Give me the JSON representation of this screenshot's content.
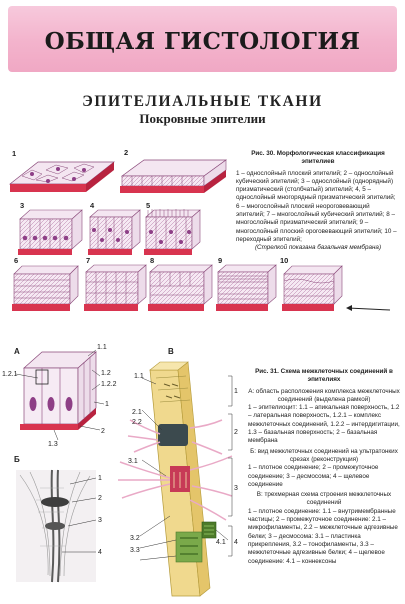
{
  "header": {
    "title": "ОБЩАЯ ГИСТОЛОГИЯ"
  },
  "section": {
    "title": "ЭПИТЕЛИАЛЬНЫЕ ТКАНИ",
    "subtitle": "Покровные эпителии"
  },
  "fig30": {
    "title": "Рис. 30. Морфологическая классификация эпителиев",
    "body": "1 – однослойный плоский эпителий; 2 – однослойный кубический эпителий; 3 – однослойный (однорядный) призматический (столбчатый) эпителий; 4, 5 – однослойный многорядный призматический эпителий; 6 – многослойный плоский неороговевающий эпителий; 7 – многослойный кубический эпителий; 8 – многослойный призматический эпителий; 9 – многослойный плоский ороговевающий эпителий; 10 – переходный эпителий;",
    "note": "(Стрелкой показана базальная мембрана)",
    "panels": [
      "1",
      "2",
      "3",
      "4",
      "5",
      "6",
      "7",
      "8",
      "9",
      "10"
    ]
  },
  "fig31": {
    "title": "Рис. 31. Схема межклеточных соединений в эпителиях",
    "a_head": "А: область расположения комплекса межклеточных соединений (выделена рамкой)",
    "a_body": "1 – эпителиоцит: 1.1 – апикальная поверхность, 1.2 – латеральная поверхность, 1.2.1 – комплекс межклеточных соединений, 1.2.2 – интердигитации, 1.3 – базальная поверхность; 2 – базальная мембрана",
    "b_head": "Б: вид межклеточных соединений на ультратонких срезах (реконструкция)",
    "b_body": "1 – плотное соединение; 2 – промежуточное соединение; 3 – десмосома; 4 – щелевое соединение",
    "c_head": "В: трехмерная схема строения межклеточных соединений",
    "c_body": "1 – плотное соединение: 1.1 – внутримембранные частицы; 2 – промежуточное соединение: 2.1 – микрофиламенты, 2.2 – межклеточные адгезивные белки; 3 – десмосома: 3.1 – пластинка прикрепления, 3.2 – тонофиламенты, 3.3 – межклеточные адгезивные белки; 4 – щелевое соединение: 4.1 – коннексоны",
    "letters": [
      "А",
      "Б",
      "В"
    ],
    "labels_a": [
      "1.1",
      "1.2.1",
      "1.2.2",
      "1.2",
      "1",
      "2",
      "1.3"
    ],
    "labels_b": [
      "1",
      "2",
      "3",
      "4"
    ],
    "labels_c": [
      "1.1",
      "1",
      "2",
      "2.1",
      "2.2",
      "3",
      "3.1",
      "3.2",
      "3.3",
      "4",
      "4.1"
    ]
  },
  "colors": {
    "banner": "#f3b3cc",
    "membrane": "#d8344f",
    "cell_fill": "#f4e6f1",
    "cell_stroke": "#8a4a7a",
    "nucleus": "#8e3f86",
    "belt": "#e8d37a",
    "filament": "#e9a9c6"
  }
}
